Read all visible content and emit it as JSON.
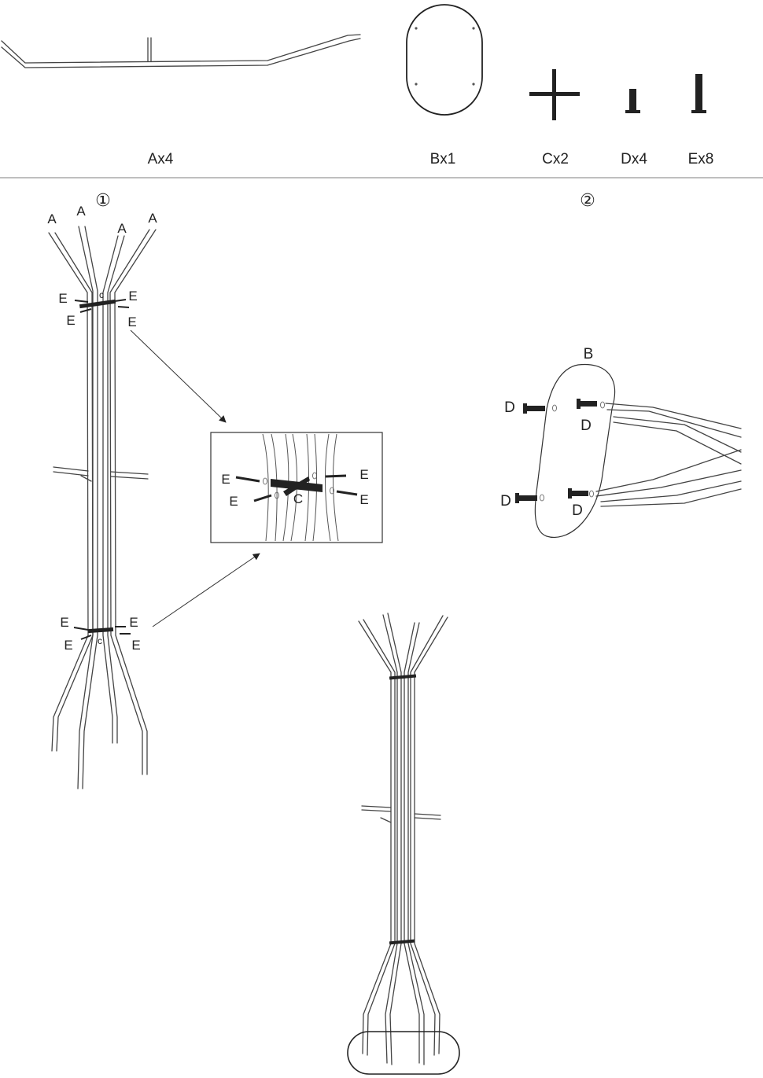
{
  "parts": [
    {
      "id": "A",
      "label": "Ax4"
    },
    {
      "id": "B",
      "label": "Bx1"
    },
    {
      "id": "C",
      "label": "Cx2"
    },
    {
      "id": "D",
      "label": "Dx4"
    },
    {
      "id": "E",
      "label": "Ex8"
    }
  ],
  "steps": [
    {
      "number": "①"
    },
    {
      "number": "②"
    }
  ],
  "callouts": {
    "A": "A",
    "B": "B",
    "C": "C",
    "c": "c",
    "D": "D",
    "E": "E"
  },
  "colors": {
    "line": "#444444",
    "fill": "#222222",
    "divider": "#aaaaaa"
  }
}
